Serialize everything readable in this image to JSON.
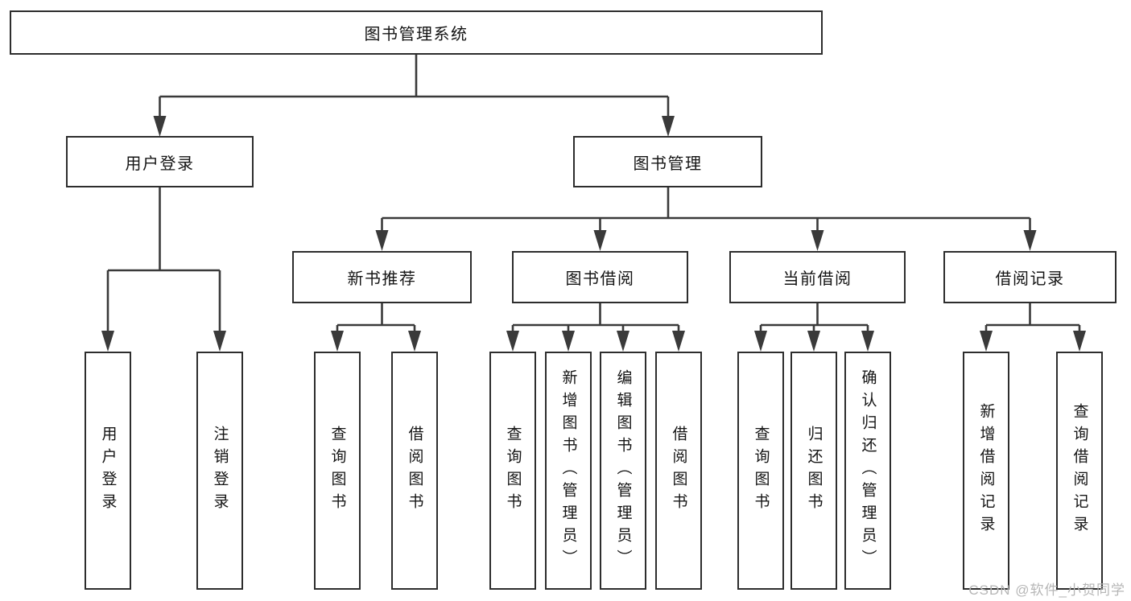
{
  "diagram": {
    "title": "图书管理系统",
    "root": {
      "label": "图书管理系统"
    },
    "level2": {
      "user_login": {
        "label": "用户登录"
      },
      "book_mgmt": {
        "label": "图书管理"
      }
    },
    "level3": {
      "new_book": {
        "label": "新书推荐"
      },
      "book_borrow": {
        "label": "图书借阅"
      },
      "current_borrow": {
        "label": "当前借阅"
      },
      "borrow_record": {
        "label": "借阅记录"
      }
    },
    "leaves": {
      "login": [
        "用户登录",
        "注销登录"
      ],
      "new_book": [
        "查询图书",
        "借阅图书"
      ],
      "book_borrow": [
        "查询图书",
        "新增图书（管理员）",
        "编辑图书（管理员）",
        "借阅图书"
      ],
      "current_borrow": [
        "查询图书",
        "归还图书",
        "确认归还（管理员）"
      ],
      "borrow_record": [
        "新增借阅记录",
        "查询借阅记录"
      ]
    }
  },
  "watermark": "CSDN @软件_小贺同学",
  "colors": {
    "line": "#3a3a3a",
    "border": "#2d2d2d",
    "text": "#141414",
    "watermark": "#b6b6b6",
    "background": "#ffffff"
  }
}
